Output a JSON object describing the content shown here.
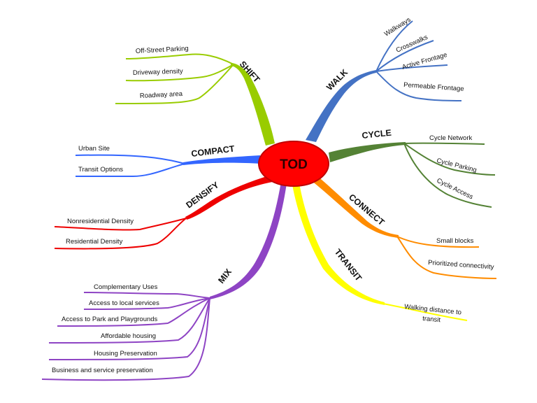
{
  "center": {
    "label": "TOD",
    "color": "#ff0000",
    "border": "#c00000"
  },
  "branches": [
    {
      "id": "shift",
      "label": "SHIFT",
      "color": "#99cc00",
      "leaves": [
        "Off-Street Parking",
        "Driveway density",
        "Roadway area"
      ]
    },
    {
      "id": "walk",
      "label": "WALK",
      "color": "#4472c4",
      "leaves": [
        "Walkways",
        "Crosswalks",
        "Active Frontage",
        "Permeable Frontage"
      ]
    },
    {
      "id": "cycle",
      "label": "CYCLE",
      "color": "#548235",
      "leaves": [
        "Cycle Network",
        "Cycle Parking",
        "Cycle Access"
      ]
    },
    {
      "id": "connect",
      "label": "CONNECT",
      "color": "#ff8c00",
      "leaves": [
        "Small blocks",
        "Prioritized connectivity"
      ]
    },
    {
      "id": "transit",
      "label": "TRANSIT",
      "color": "#ffff00",
      "leaves": [
        "Walking distance to",
        "transit"
      ]
    },
    {
      "id": "compact",
      "label": "COMPACT",
      "color": "#3366ff",
      "leaves": [
        "Urban Site",
        "Transit Options"
      ]
    },
    {
      "id": "densify",
      "label": "DENSIFY",
      "color": "#ee0000",
      "leaves": [
        "Nonresidential Density",
        "Residential Density"
      ]
    },
    {
      "id": "mix",
      "label": "MIX",
      "color": "#8e44c4",
      "leaves": [
        "Complementary Uses",
        "Access to local services",
        "Access to Park and Playgrounds",
        "Affordable housing",
        "Housing Preservation",
        "Business and service preservation"
      ]
    }
  ]
}
